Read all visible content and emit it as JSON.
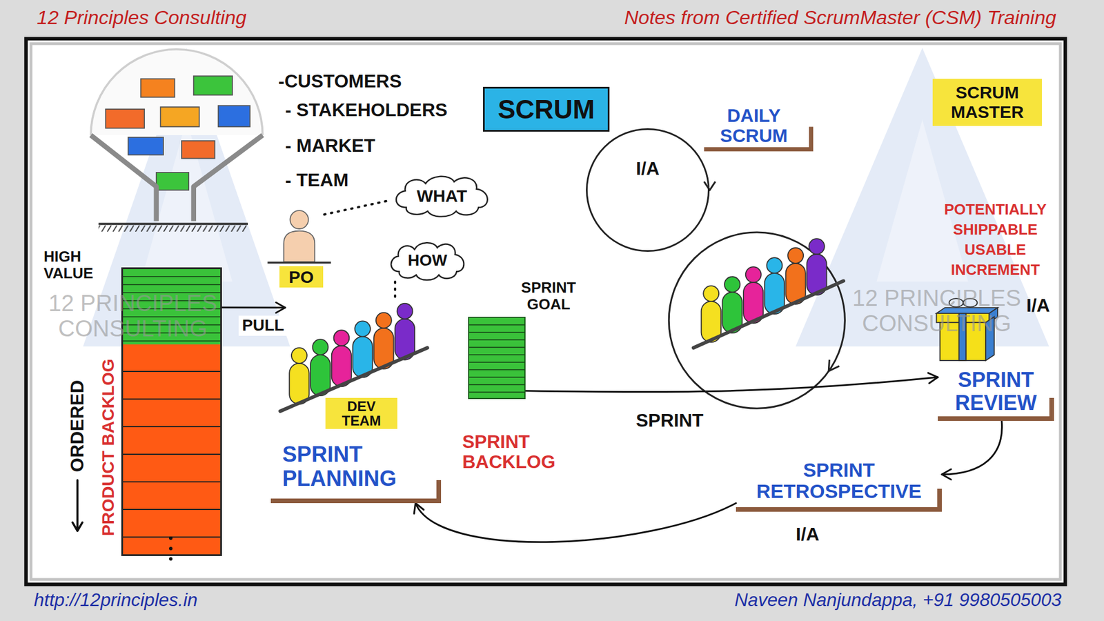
{
  "diagram": {
    "nodes": [
      {
        "text": [
          "SCRUM"
        ]
      },
      {
        "text": [
          "SCRUM MASTER"
        ]
      },
      {
        "text": [
          "DAILY SCRUM",
          "I/A"
        ]
      },
      {
        "text": [
          "WHAT"
        ]
      },
      {
        "text": [
          "PO"
        ]
      },
      {
        "text": [
          "HOW"
        ]
      },
      {
        "text": [
          "PRODUCT BACKLOG"
        ]
      },
      {
        "text": [
          "DEV TEAM"
        ]
      },
      {
        "text": [
          "SPRINT GOAL",
          "SPRINT BACKLOG"
        ]
      },
      {
        "text": [
          "SPRINT REVIEW"
        ]
      },
      {
        "text": [
          "SPRINT PLANNING"
        ]
      },
      {
        "text": [
          "SPRINT RETROSPECTIVE"
        ]
      }
    ],
    "edges": [
      {
        "from": 4,
        "to": 3,
        "arrow": "none"
      },
      {
        "from": 5,
        "to": 7,
        "arrow": "none"
      },
      {
        "from": 6,
        "to": 7,
        "label": "PULL",
        "arrow": "to"
      },
      {
        "from": 8,
        "to": 9,
        "label": "SPRINT",
        "arrow": "to"
      },
      {
        "from": 9,
        "to": 11,
        "arrow": "to"
      },
      {
        "from": 11,
        "to": 10,
        "arrow": "to"
      }
    ],
    "labels": [
      "12 Principles Consulting",
      "Notes from Certified ScrumMaster (CSM) Training",
      "-CUSTOMERS",
      "- STAKEHOLDERS",
      "- MARKET",
      "- TEAM",
      "HIGH VALUE",
      "12 PRINCIPLES CONSULTING",
      "12 PRINCIPLES CONSULTING",
      "POTENTIALLY SHIPPABLE USABLE INCREMENT",
      "I/A",
      "ORDERED",
      "I/A",
      "http://12principles.in",
      "Naveen Nanjundappa, +91 9980505003"
    ]
  }
}
